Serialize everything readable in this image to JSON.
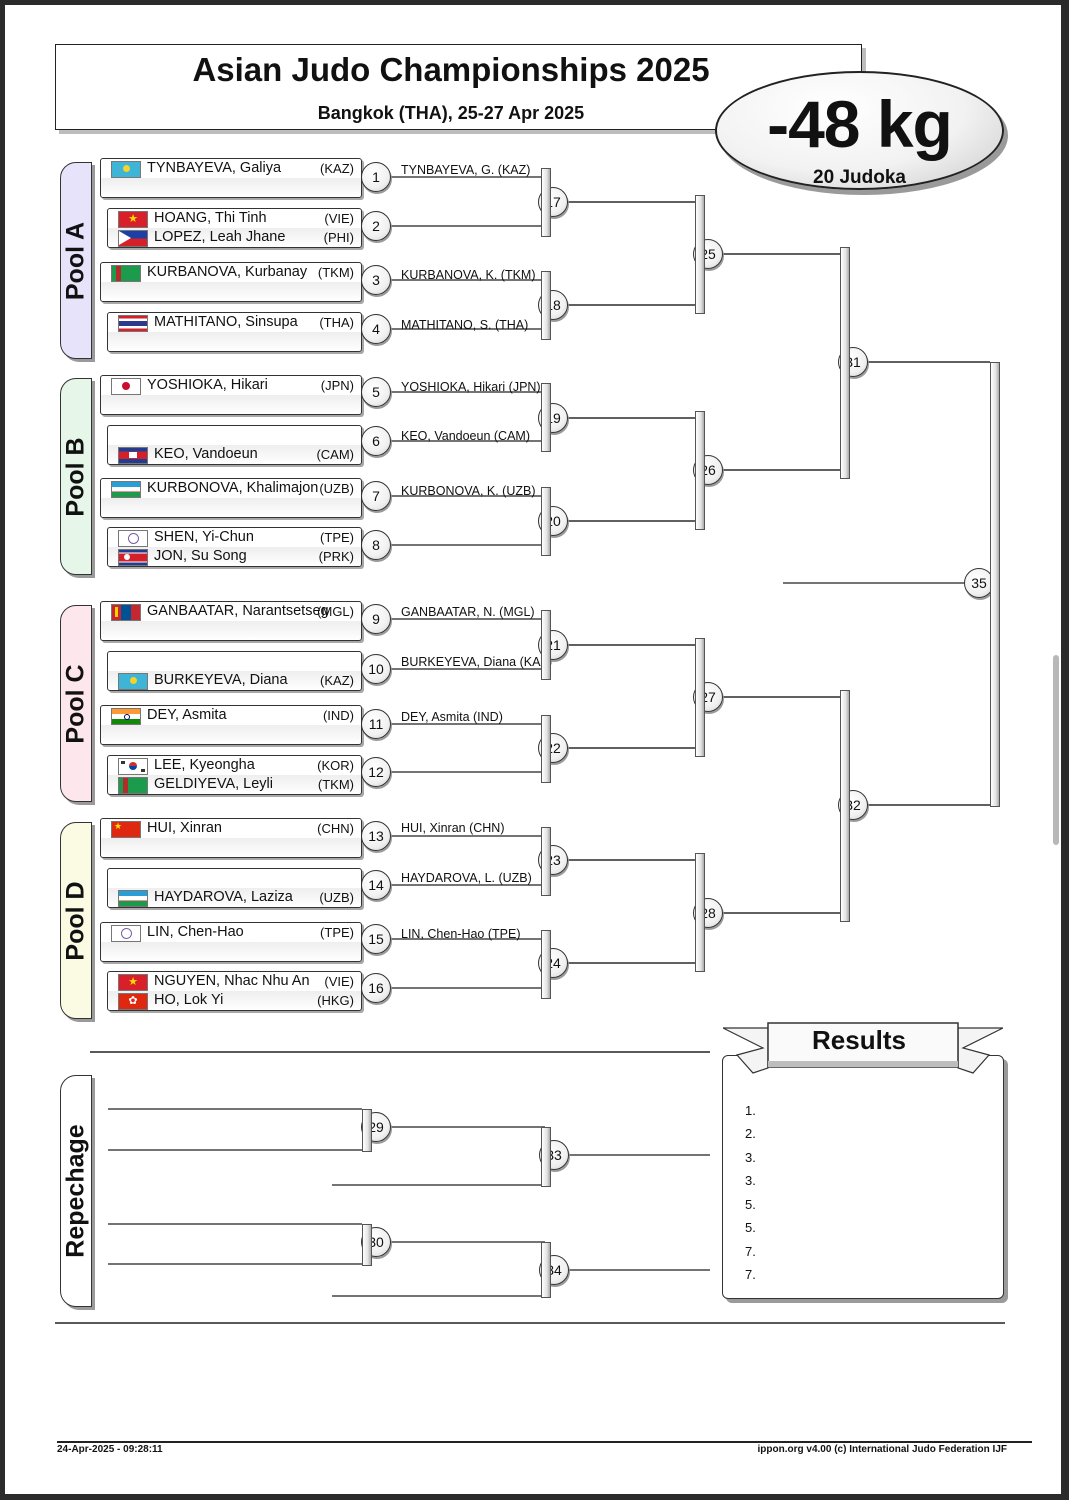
{
  "header": {
    "title": "Asian Judo Championships 2025",
    "subtitle": "Bangkok (THA), 25-27 Apr 2025",
    "weight_class": "-48 kg",
    "competitor_count": "20 Judoka"
  },
  "pools": [
    {
      "label": "Pool A",
      "color": "#e6e3fb"
    },
    {
      "label": "Pool B",
      "color": "#e6f7ea"
    },
    {
      "label": "Pool C",
      "color": "#fde6ec"
    },
    {
      "label": "Pool D",
      "color": "#fbfbe3"
    }
  ],
  "competitors": [
    {
      "name": "TYNBAYEVA, Galiya",
      "nat": "(KAZ)",
      "flag": "kaz"
    },
    {
      "name": "HOANG, Thi Tinh",
      "nat": "(VIE)",
      "flag": "vie"
    },
    {
      "name": "LOPEZ, Leah Jhane",
      "nat": "(PHI)",
      "flag": "phi"
    },
    {
      "name": "KURBANOVA, Kurbanay",
      "nat": "(TKM)",
      "flag": "tkm"
    },
    {
      "name": "MATHITANO, Sinsupa",
      "nat": "(THA)",
      "flag": "tha"
    },
    {
      "name": "YOSHIOKA, Hikari",
      "nat": "(JPN)",
      "flag": "jpn"
    },
    {
      "name": "KEO, Vandoeun",
      "nat": "(CAM)",
      "flag": "cam"
    },
    {
      "name": "KURBONOVA, Khalimajon",
      "nat": "(UZB)",
      "flag": "uzb"
    },
    {
      "name": "SHEN, Yi-Chun",
      "nat": "(TPE)",
      "flag": "tpe"
    },
    {
      "name": "JON, Su Song",
      "nat": "(PRK)",
      "flag": "prk"
    },
    {
      "name": "GANBAATAR, Narantsetseg",
      "nat": "(MGL)",
      "flag": "mgl"
    },
    {
      "name": "BURKEYEVA, Diana",
      "nat": "(KAZ)",
      "flag": "kaz"
    },
    {
      "name": "DEY, Asmita",
      "nat": "(IND)",
      "flag": "ind"
    },
    {
      "name": "LEE, Kyeongha",
      "nat": "(KOR)",
      "flag": "kor"
    },
    {
      "name": "GELDIYEVA, Leyli",
      "nat": "(TKM)",
      "flag": "tkm"
    },
    {
      "name": "HUI, Xinran",
      "nat": "(CHN)",
      "flag": "chn"
    },
    {
      "name": "HAYDAROVA, Laziza",
      "nat": "(UZB)",
      "flag": "uzb"
    },
    {
      "name": "LIN, Chen-Hao",
      "nat": "(TPE)",
      "flag": "tpe"
    },
    {
      "name": "NGUYEN, Nhac Nhu An",
      "nat": "(VIE)",
      "flag": "vie"
    },
    {
      "name": "HO, Lok Yi",
      "nat": "(HKG)",
      "flag": "hkg"
    }
  ],
  "advancers": [
    "TYNBAYEVA, G.  (KAZ)",
    "KURBANOVA, K.  (TKM)",
    "MATHITANO, S.  (THA)",
    "YOSHIOKA, Hikari  (JPN)",
    "KEO, Vandoeun  (CAM)",
    "KURBONOVA, K.  (UZB)",
    "GANBAATAR, N.  (MGL)",
    "BURKEYEVA, Diana  (KAZ)",
    "DEY, Asmita  (IND)",
    "HUI, Xinran  (CHN)",
    "HAYDAROVA, L.  (UZB)",
    "LIN, Chen-Hao  (TPE)"
  ],
  "matches": [
    "1",
    "2",
    "3",
    "4",
    "5",
    "6",
    "7",
    "8",
    "9",
    "10",
    "11",
    "12",
    "13",
    "14",
    "15",
    "16",
    "17",
    "18",
    "19",
    "20",
    "21",
    "22",
    "23",
    "24",
    "25",
    "26",
    "27",
    "28",
    "29",
    "30",
    "31",
    "32",
    "33",
    "34",
    "35"
  ],
  "repechage": {
    "label": "Repechage"
  },
  "results": {
    "title": "Results",
    "places": [
      "1.",
      "2.",
      "3.",
      "3.",
      "5.",
      "5.",
      "7.",
      "7."
    ]
  },
  "footer": {
    "date": "24-Apr-2025 - 09:28:11",
    "copyright": "ippon.org v4.00  (c) International Judo Federation IJF"
  }
}
